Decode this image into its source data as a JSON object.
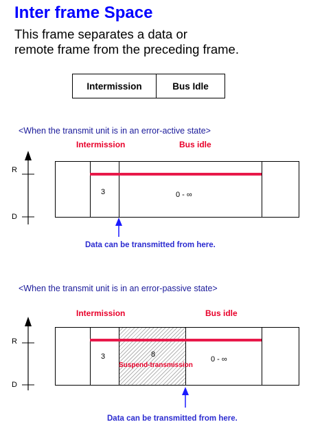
{
  "title": "Inter frame Space",
  "description": {
    "line1": "This frame separates a data or",
    "line2": "remote  frame from the preceding frame."
  },
  "legend": {
    "intermission": "Intermission",
    "bus_idle": "Bus Idle"
  },
  "error_active": {
    "caption": "<When the transmit unit is in an error-active state>",
    "intermission_label": "Intermission",
    "bus_idle_label": "Bus idle",
    "axis_r": "R",
    "axis_d": "D",
    "intermission_bits": "3",
    "bus_idle_bits": "0 - ∞",
    "note": "Data can be transmitted from here."
  },
  "error_passive": {
    "caption": "<When the transmit unit is in an error-passive state>",
    "intermission_label": "Intermission",
    "bus_idle_label": "Bus idle",
    "axis_r": "R",
    "axis_d": "D",
    "intermission_bits": "3",
    "suspend_bits": "8",
    "suspend_label": "Suspend-transmission",
    "bus_idle_bits": "0 - ∞",
    "note": "Data can be transmitted from here."
  },
  "colors": {
    "title": "#0000ff",
    "label_red": "#e8002a",
    "line_red": "#e8194a",
    "note_blue": "#2b2bd0",
    "arrow_blue": "#1a1aff",
    "caption_blue": "#1a1a9a"
  }
}
